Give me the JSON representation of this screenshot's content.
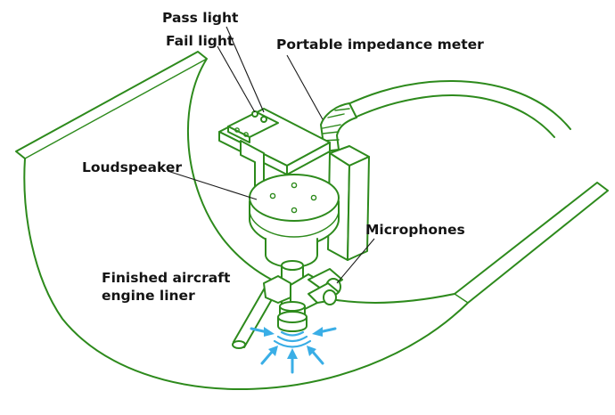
{
  "labels": {
    "pass_light": "Pass light",
    "fail_light": "Fail light",
    "portable_impedance_meter": "Portable impedance meter",
    "loudspeaker": "Loudspeaker",
    "microphones": "Microphones",
    "finished_liner_line1": "Finished aircraft",
    "finished_liner_line2": "engine liner"
  },
  "colors": {
    "outline": "#2d8a1c",
    "arrows": "#3aaee6",
    "text": "#141414"
  }
}
